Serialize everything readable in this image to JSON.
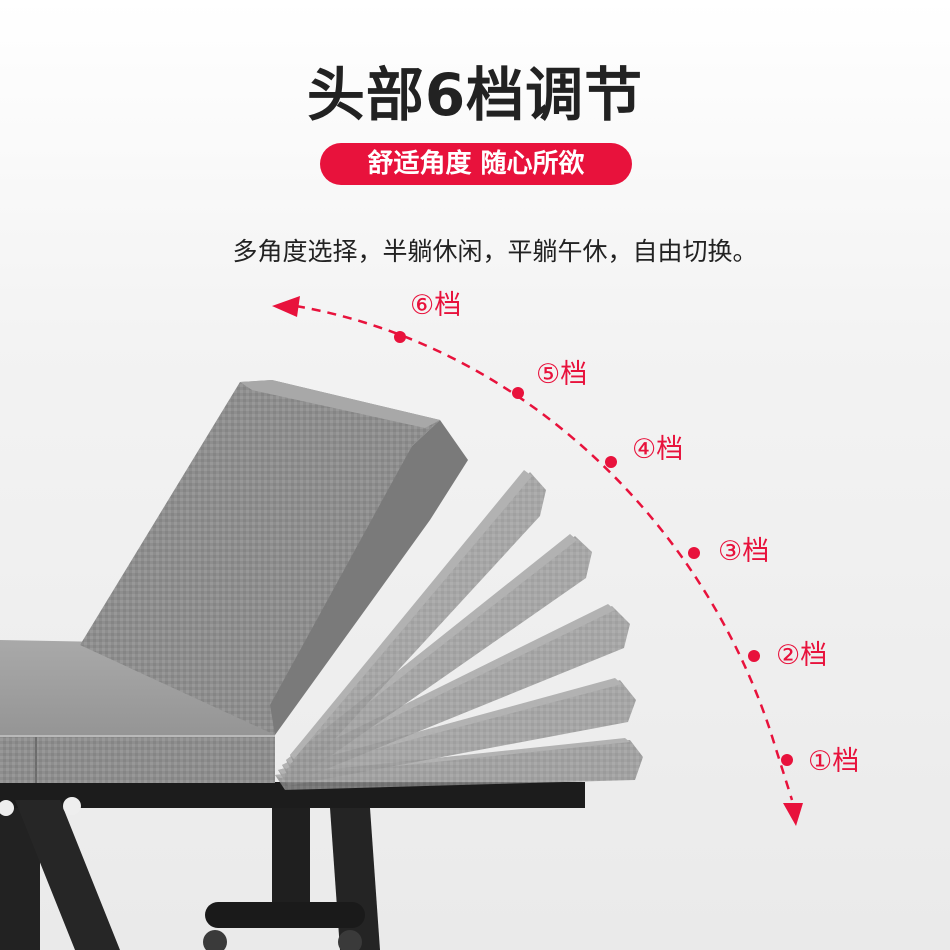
{
  "header": {
    "title": "头部6档调节",
    "badge_text": "舒适角度 随心所欲",
    "description": "多角度选择，半躺休闲，平躺午休，自由切换。"
  },
  "gears": [
    {
      "label": "①档"
    },
    {
      "label": "②档"
    },
    {
      "label": "③档"
    },
    {
      "label": "④档"
    },
    {
      "label": "⑤档"
    },
    {
      "label": "⑥档"
    }
  ],
  "colors": {
    "accent": "#e8123c",
    "text": "#222222",
    "fabric": "#8e8e8e",
    "frame": "#1c1c1c"
  }
}
